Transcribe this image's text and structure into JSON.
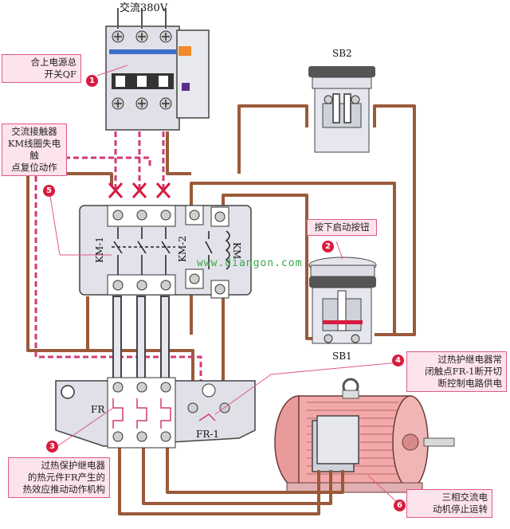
{
  "labels": {
    "supply": "交流380V",
    "sb2": "SB2",
    "sb1": "SB1",
    "km1": "KM-1",
    "km2": "KM-2",
    "km": "KM",
    "fr": "FR",
    "fr1": "FR-1",
    "watermark": "www.diangon.com"
  },
  "callouts": [
    {
      "num": "1",
      "lines": [
        "合上电源总",
        "开关QF"
      ]
    },
    {
      "num": "2",
      "lines": [
        "按下启动按钮"
      ]
    },
    {
      "num": "3",
      "lines": [
        "过热保护继电器",
        "的热元件FR产生的",
        "热效应推动动作机构"
      ]
    },
    {
      "num": "4",
      "lines": [
        "过热护继电器常",
        "闭触点FR-1断开切",
        "断控制电路供电"
      ]
    },
    {
      "num": "5",
      "lines": [
        "交流接触器",
        "KM线圈失电触",
        "点复位动作"
      ]
    },
    {
      "num": "6",
      "lines": [
        "三相交流电",
        "动机停止运转"
      ]
    }
  ],
  "colors": {
    "wire": "#9a5a3a",
    "dashed_wire": "#d23a78",
    "callout_fill": "#fde3ec",
    "callout_border": "#e05a8a",
    "badge": "#d81b3f",
    "device_body": "#dcdde6",
    "motor": "#f3a3a3"
  }
}
